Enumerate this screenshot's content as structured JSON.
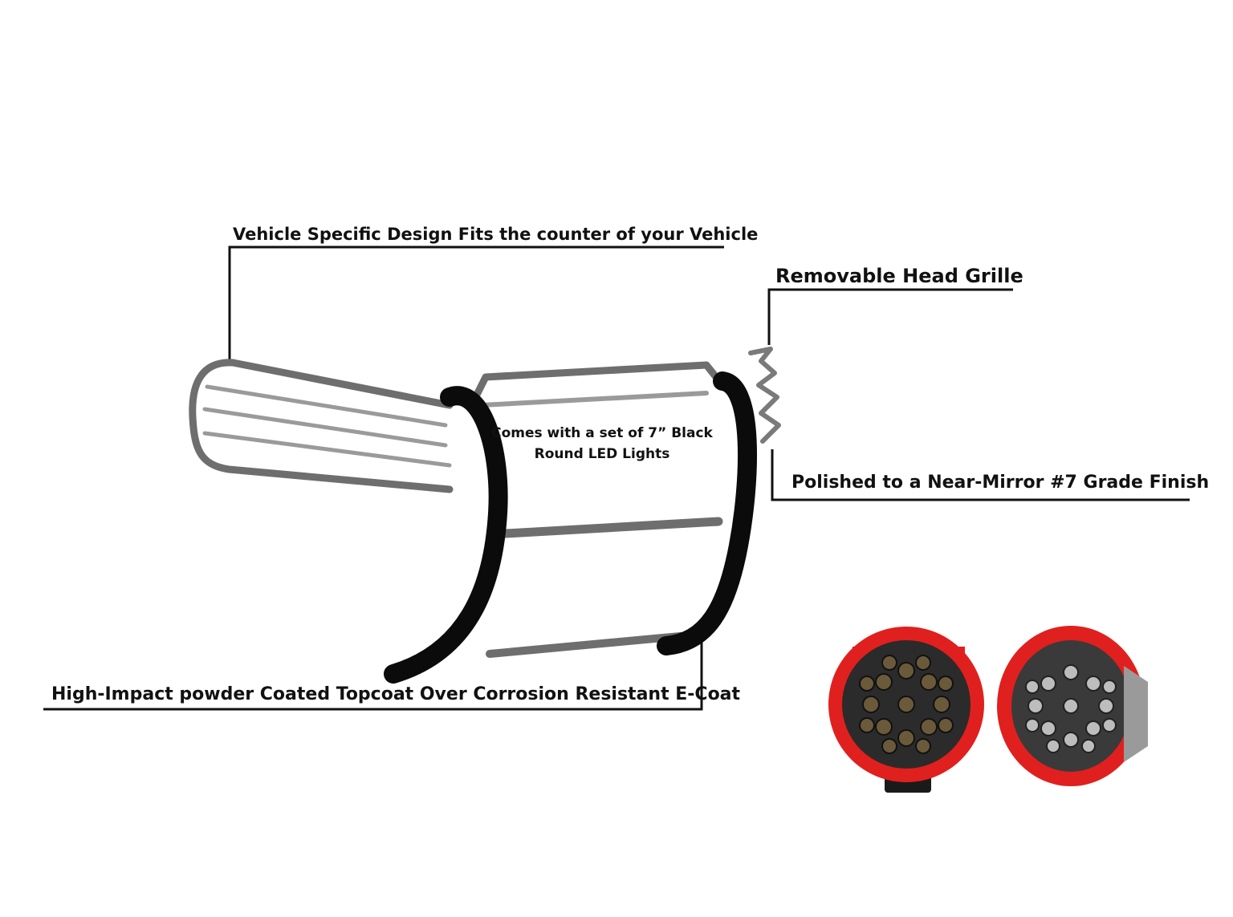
{
  "callouts": {
    "vehicle_design": "Vehicle Specific Design Fits the counter of your Vehicle",
    "head_grille": "Removable Head Grille",
    "polished": "Polished to a Near-Mirror #7 Grade Finish",
    "coating": "High-Impact powder Coated Topcoat Over Corrosion Resistant E-Coat",
    "lights_line1": "Comes with a set of 7” Black",
    "lights_line2": "Round LED Lights"
  },
  "colors": {
    "chrome": "#8a8a8a",
    "chrome_dark": "#2a2a2a",
    "black_band": "#0b0b0b",
    "light_red": "#e0201e",
    "lens_dark": "#2b2b2b"
  },
  "icons": [
    "grille-guard-illustration",
    "led-light-front-icon",
    "led-light-angled-icon"
  ]
}
